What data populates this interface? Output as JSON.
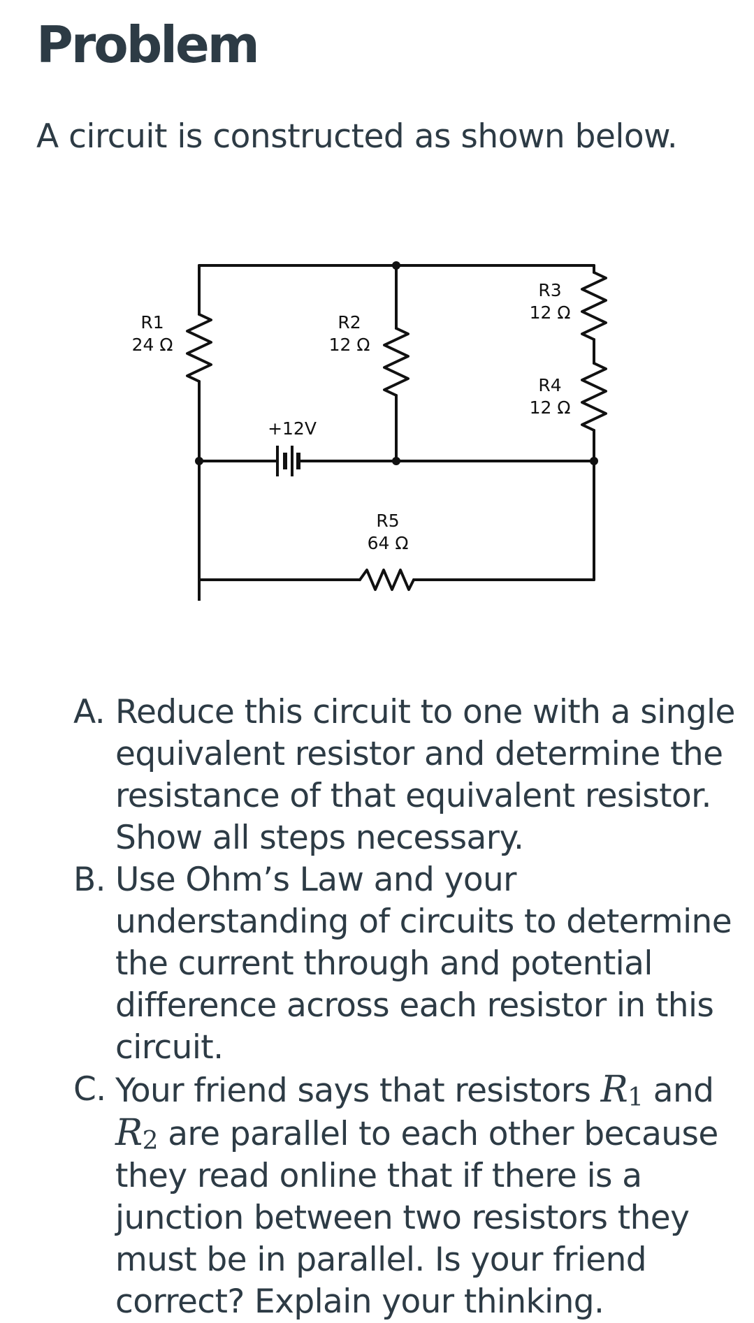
{
  "title": "Problem",
  "intro": "A circuit is constructed as shown below.",
  "circuit": {
    "battery": "+12V",
    "resistors": [
      {
        "name": "R1",
        "value": "24 Ω"
      },
      {
        "name": "R2",
        "value": "12 Ω"
      },
      {
        "name": "R3",
        "value": "12 Ω"
      },
      {
        "name": "R4",
        "value": "12 Ω"
      },
      {
        "name": "R5",
        "value": "64 Ω"
      }
    ]
  },
  "questions": [
    {
      "marker": "A.",
      "text": "Reduce this circuit to one with a single equivalent resistor and determine the resistance of that equivalent resistor. Show all steps necessary."
    },
    {
      "marker": "B.",
      "text": "Use Ohm’s Law and your understanding of circuits to determine the current through and potential difference across each resistor in this circuit."
    },
    {
      "marker": "C.",
      "text_before": "Your friend says that resistors",
      "var1_letter": "R",
      "var1_sub": "1",
      "text_middle": "and",
      "var2_letter": "R",
      "var2_sub": "2",
      "text_after": "are parallel to each other because they read online that if there is a junction between two resistors they must be in parallel. Is your friend correct? Explain your thinking."
    }
  ]
}
